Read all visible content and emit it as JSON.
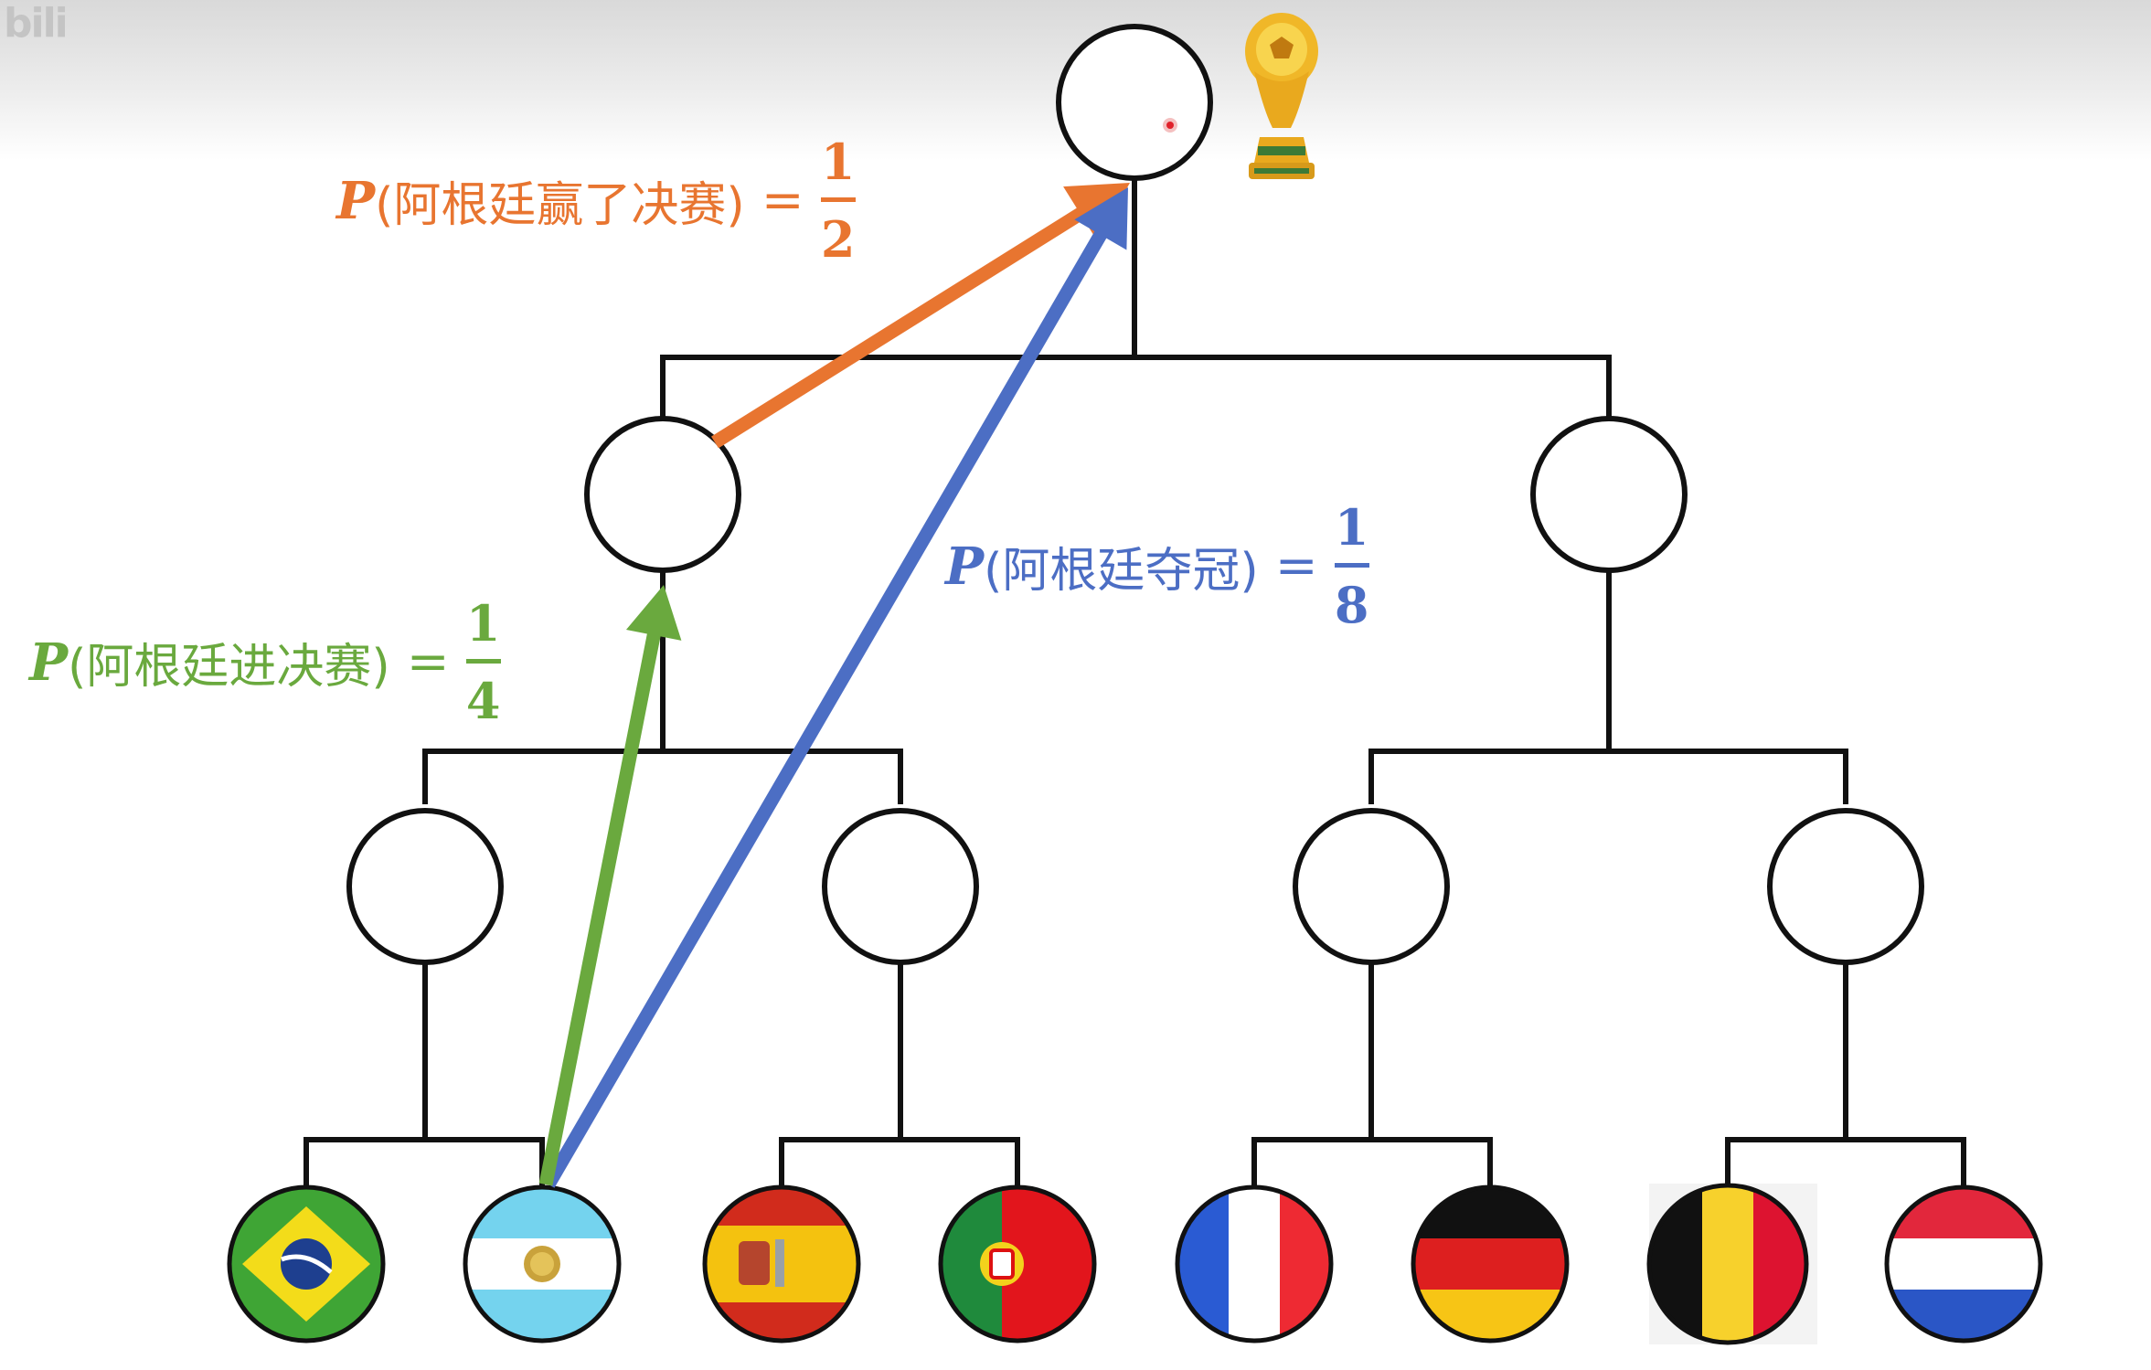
{
  "watermark": "bili",
  "colors": {
    "line": "#111111",
    "orange": "#e87530",
    "blue": "#4c6ec4",
    "green": "#6aa93e"
  },
  "labels": {
    "final_win": {
      "p": "P",
      "text_open": "(阿根廷赢了决赛)",
      "eq": "=",
      "num": "1",
      "den": "2"
    },
    "champion": {
      "p": "P",
      "text_open": "(阿根廷夺冠)",
      "eq": "=",
      "num": "1",
      "den": "8"
    },
    "reach_final": {
      "p": "P",
      "text_open": "(阿根廷进决赛)",
      "eq": "=",
      "num": "1",
      "den": "4"
    }
  },
  "teams": [
    "brazil",
    "argentina",
    "spain",
    "portugal",
    "france",
    "germany",
    "belgium",
    "netherlands"
  ],
  "icons": {
    "trophy": "trophy-icon",
    "cursor": "cursor-dot-icon"
  }
}
